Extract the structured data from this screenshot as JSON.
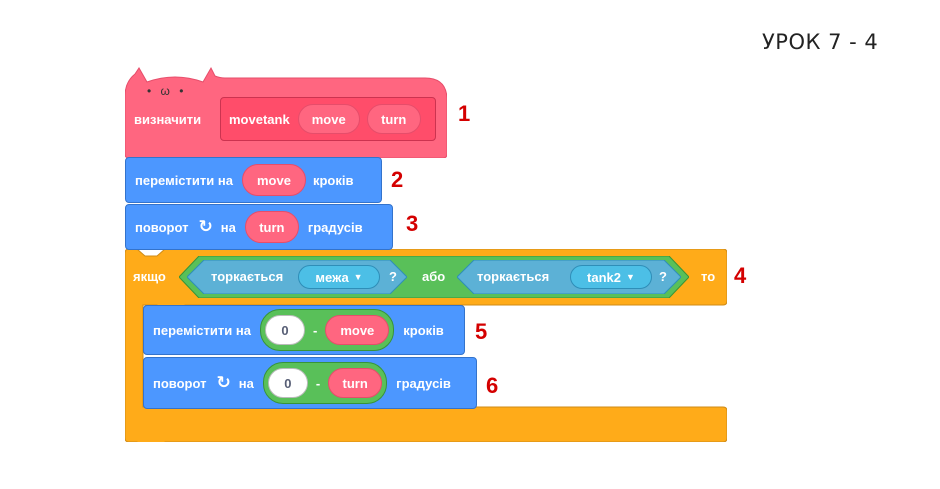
{
  "lesson_title": "УРОК 7 - 4",
  "define_block": {
    "label": "визначити",
    "name": "movetank",
    "param1": "move",
    "param2": "turn",
    "num": "1"
  },
  "move_block": {
    "label": "перемістити на",
    "value": "move",
    "suffix": "кроків",
    "num": "2"
  },
  "turn_block": {
    "label": "поворот",
    "on": "на",
    "value": "turn",
    "suffix": "градусів",
    "num": "3"
  },
  "if_block": {
    "label": "якщо",
    "cond1_label": "торкається",
    "cond1_value": "межа",
    "q1": "?",
    "or_label": "або",
    "cond2_label": "торкається",
    "cond2_value": "tank2",
    "q2": "?",
    "then_label": "то",
    "num": "4"
  },
  "inner_move_block": {
    "label": "перемістити на",
    "left": "0",
    "op": "-",
    "right": "move",
    "suffix": "кроків",
    "num": "5"
  },
  "inner_turn_block": {
    "label": "поворот",
    "on": "на",
    "left": "0",
    "op": "-",
    "right": "turn",
    "suffix": "градусів",
    "num": "6"
  },
  "colors": {
    "custom_block": "#ff6680",
    "motion": "#4c97ff",
    "control": "#ffab19",
    "sensing": "#5cb1d6",
    "operator": "#59c059"
  },
  "icons": [
    "cat-ears-icon",
    "rotate-right-icon",
    "dropdown-arrow-icon"
  ]
}
